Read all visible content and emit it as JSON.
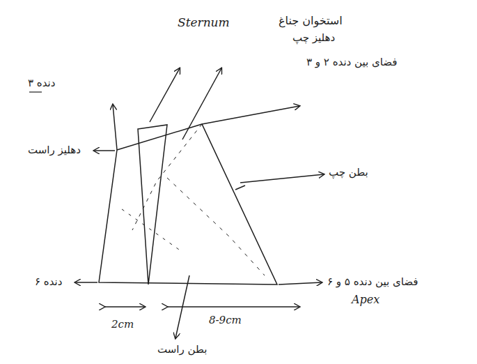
{
  "diagram": {
    "labels": [
      "Sternum",
      "استخوان جناغ",
      "دنده ۳",
      "دهلیز چپ",
      "فضای بین دنده ۲ و ۳",
      "دهلیز راست",
      "بطن چپ",
      "دنده ۶",
      "فضای بین دنده ۵ و ۶",
      "Apex",
      "2cm",
      "8-9cm",
      "بطن راست"
    ]
  }
}
